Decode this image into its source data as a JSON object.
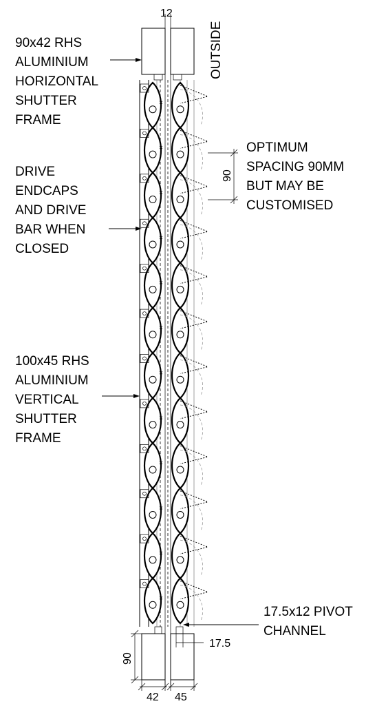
{
  "labels": {
    "horizontal_frame": [
      "90x42 RHS",
      "ALUMINIUM",
      "HORIZONTAL",
      "SHUTTER",
      "FRAME"
    ],
    "drive": [
      "DRIVE",
      "ENDCAPS",
      "AND DRIVE",
      "BAR WHEN",
      "CLOSED"
    ],
    "vertical_frame": [
      "100x45 RHS",
      "ALUMINIUM",
      "VERTICAL",
      "SHUTTER",
      "FRAME"
    ],
    "spacing": [
      "OPTIMUM",
      "SPACING 90MM",
      "BUT MAY BE",
      "CUSTOMISED"
    ],
    "pivot": [
      "17.5x12 PIVOT",
      "CHANNEL"
    ],
    "outside": "OUTSIDE"
  },
  "dimensions": {
    "top_gap": "12",
    "spacing": "90",
    "bottom_height": "90",
    "bottom_width_left": "42",
    "bottom_width_right": "45",
    "pivot_width": "17.5"
  },
  "blades": {
    "count": 12
  }
}
